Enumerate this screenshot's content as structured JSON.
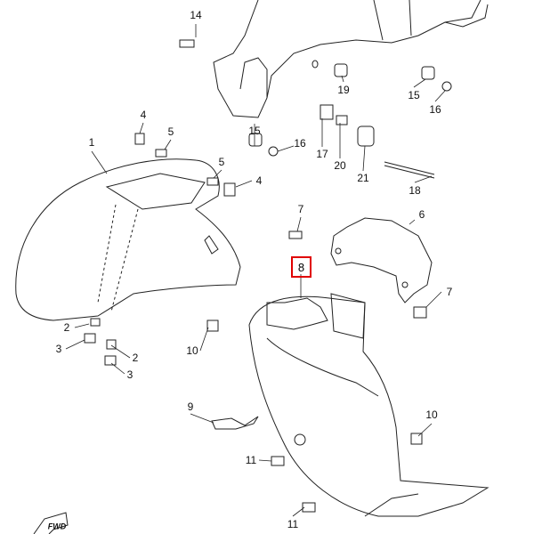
{
  "diagram": {
    "highlight_color": "#e00000",
    "highlighted_part": "8",
    "callouts": [
      "14",
      "19",
      "15",
      "16",
      "15",
      "16",
      "17",
      "20",
      "21",
      "18",
      "4",
      "5",
      "1",
      "5",
      "4",
      "7",
      "6",
      "8",
      "7",
      "10",
      "2",
      "3",
      "2",
      "3",
      "9",
      "10",
      "11",
      "11"
    ],
    "fwd_marker": "FWD"
  }
}
